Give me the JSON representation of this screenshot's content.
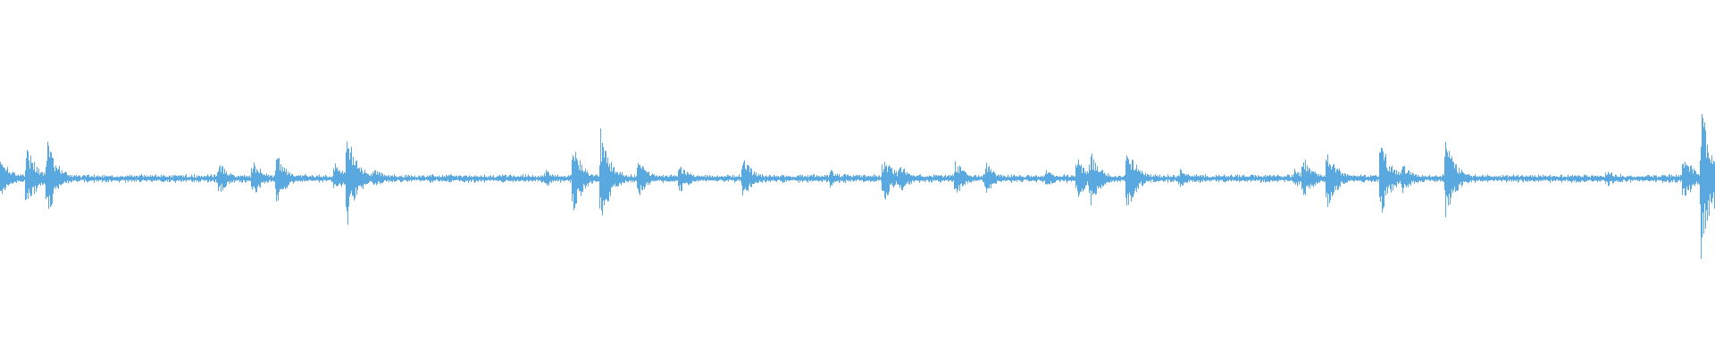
{
  "waveform": {
    "color": "#5aa8e0",
    "background": "#ffffff",
    "baseline_amplitude": 0.02,
    "peaks": [
      {
        "t": 0.0,
        "amp": 0.14
      },
      {
        "t": 0.015,
        "amp": 0.22
      },
      {
        "t": 0.027,
        "amp": 0.26
      },
      {
        "t": 0.127,
        "amp": 0.12
      },
      {
        "t": 0.147,
        "amp": 0.13
      },
      {
        "t": 0.161,
        "amp": 0.16
      },
      {
        "t": 0.195,
        "amp": 0.1
      },
      {
        "t": 0.202,
        "amp": 0.31
      },
      {
        "t": 0.218,
        "amp": 0.07
      },
      {
        "t": 0.318,
        "amp": 0.06
      },
      {
        "t": 0.334,
        "amp": 0.23
      },
      {
        "t": 0.35,
        "amp": 0.31
      },
      {
        "t": 0.372,
        "amp": 0.12
      },
      {
        "t": 0.396,
        "amp": 0.1
      },
      {
        "t": 0.433,
        "amp": 0.14
      },
      {
        "t": 0.484,
        "amp": 0.06
      },
      {
        "t": 0.515,
        "amp": 0.16
      },
      {
        "t": 0.524,
        "amp": 0.11
      },
      {
        "t": 0.557,
        "amp": 0.12
      },
      {
        "t": 0.575,
        "amp": 0.1
      },
      {
        "t": 0.61,
        "amp": 0.06
      },
      {
        "t": 0.628,
        "amp": 0.14
      },
      {
        "t": 0.636,
        "amp": 0.17
      },
      {
        "t": 0.657,
        "amp": 0.22
      },
      {
        "t": 0.688,
        "amp": 0.06
      },
      {
        "t": 0.755,
        "amp": 0.06
      },
      {
        "t": 0.76,
        "amp": 0.14
      },
      {
        "t": 0.774,
        "amp": 0.2
      },
      {
        "t": 0.805,
        "amp": 0.26
      },
      {
        "t": 0.818,
        "amp": 0.1
      },
      {
        "t": 0.843,
        "amp": 0.26
      },
      {
        "t": 0.937,
        "amp": 0.06
      },
      {
        "t": 0.982,
        "amp": 0.17
      },
      {
        "t": 0.992,
        "amp": 0.5
      },
      {
        "t": 0.998,
        "amp": 0.26
      }
    ]
  }
}
